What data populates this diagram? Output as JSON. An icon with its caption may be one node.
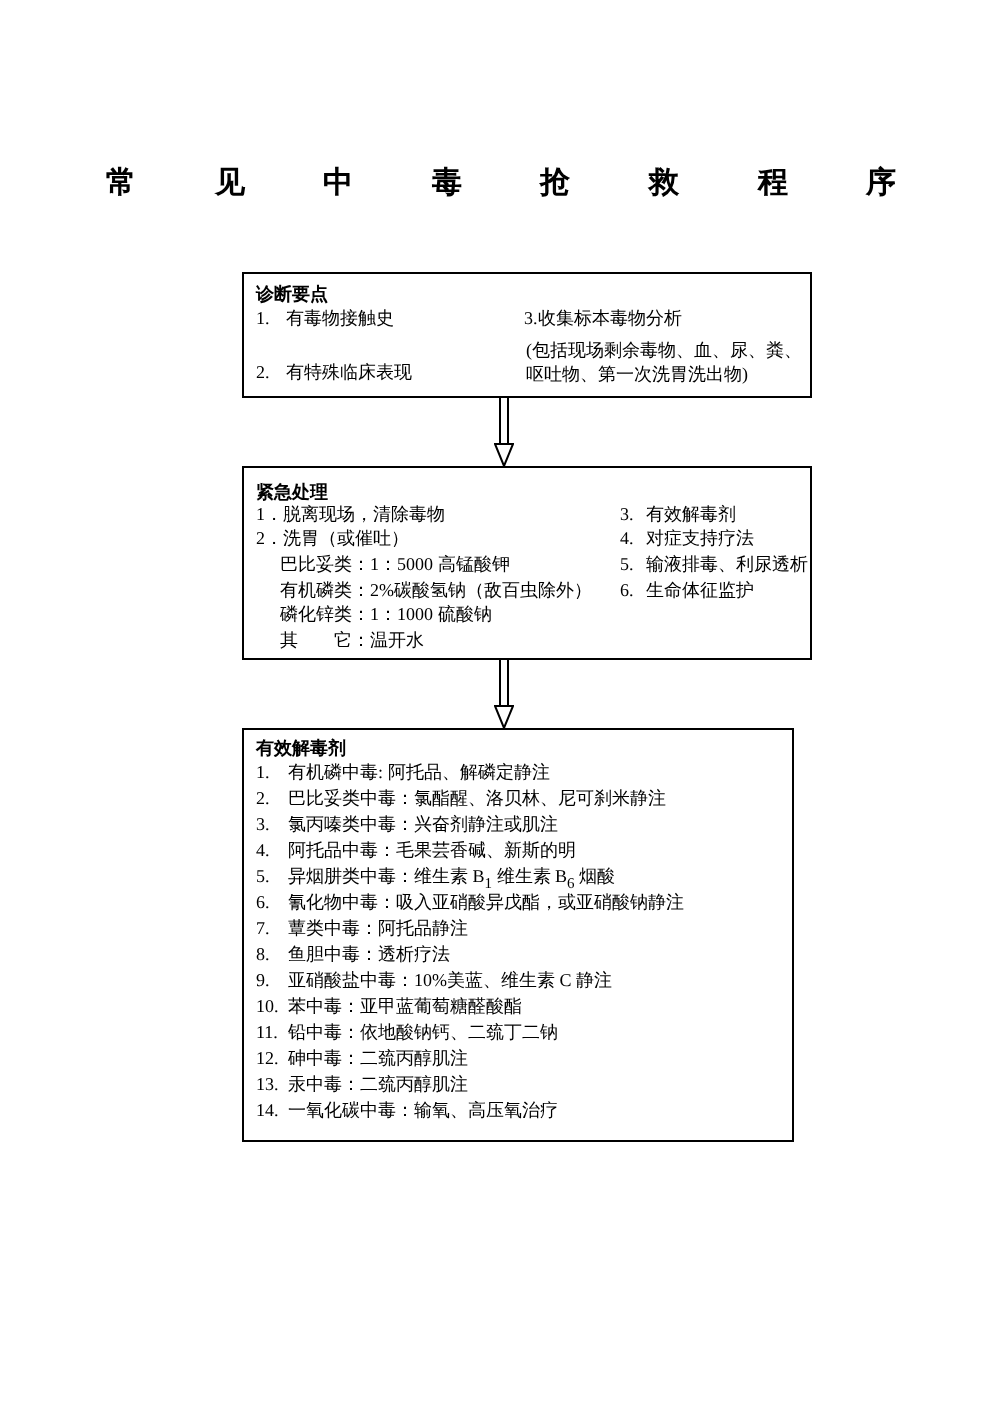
{
  "diagram": {
    "title": "常见中毒抢救程序",
    "nodes": [
      {
        "text": [
          "诊断要点",
          "1. 有毒物接触史",
          "2. 有特殊临床表现",
          "3.收集标本毒物分析",
          "(包括现场剩余毒物、血、尿、粪、呕吐物、第一次洗胃洗出物)"
        ]
      },
      {
        "text": [
          "紧急处理",
          "1．脱离现场，清除毒物",
          "2．洗胃（或催吐）",
          "巴比妥类：1：5000 高锰酸钾",
          "有机磷类：2%碳酸氢钠（敌百虫除外）",
          "磷化锌类：1：1000 硫酸钠",
          "其　　它：温开水",
          "3. 有效解毒剂",
          "4. 对症支持疗法",
          "5. 输液排毒、利尿透析",
          "6. 生命体征监护"
        ]
      },
      {
        "text": [
          "有效解毒剂",
          "1. 有机磷中毒: 阿托品、解磷定静注",
          "2. 巴比妥类中毒：氯酯醒、洛贝林、尼可刹米静注",
          "3. 氯丙嗪类中毒：兴奋剂静注或肌注",
          "4. 阿托品中毒：毛果芸香碱、新斯的明",
          "5. 异烟肼类中毒：维生素 B$_{1}$ 维生素 B$_{6}$ 烟酸",
          "6. 氰化物中毒：吸入亚硝酸异戊酯，或亚硝酸钠静注",
          "7. 蕈类中毒：阿托品静注",
          "8. 鱼胆中毒：透析疗法",
          "9. 亚硝酸盐中毒：10%美蓝、维生素 C 静注",
          "10. 苯中毒：亚甲蓝葡萄糖醛酸酯",
          "11. 铅中毒：依地酸钠钙、二巯丁二钠",
          "12. 砷中毒：二巯丙醇肌注",
          "13. 汞中毒：二巯丙醇肌注",
          "14. 一氧化碳中毒：输氧、高压氧治疗"
        ]
      }
    ],
    "edges": [
      {
        "from": 0,
        "to": 1,
        "arrow": "to"
      },
      {
        "from": 1,
        "to": 2,
        "arrow": "to"
      }
    ]
  }
}
